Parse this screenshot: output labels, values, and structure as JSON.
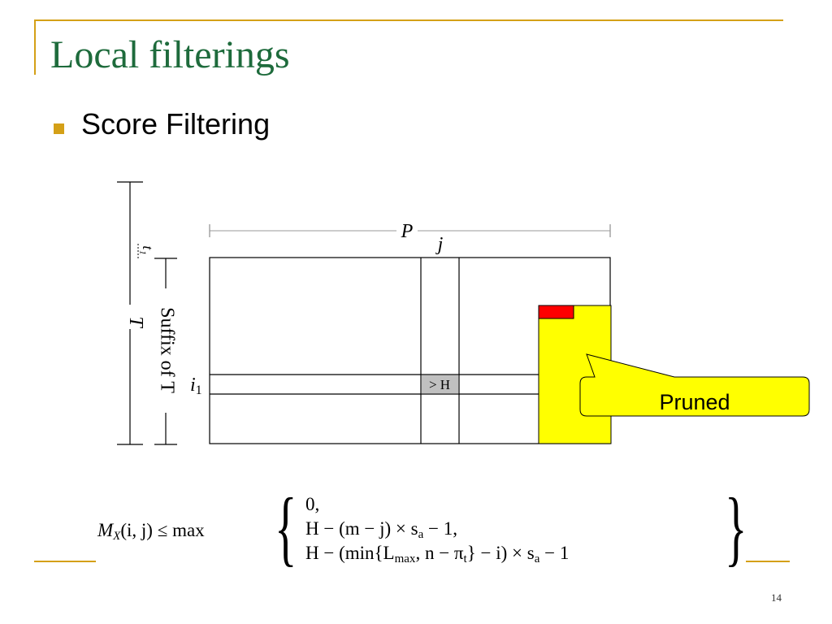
{
  "slide": {
    "title": "Local filterings",
    "bullet": "Score Filtering",
    "page_number": "14"
  },
  "diagram": {
    "label_P": "P",
    "label_j": "j",
    "label_T": "T",
    "label_t1": "t₁",
    "label_suffix": "Suffix of T",
    "label_i1": "i",
    "label_i1_sub": "1",
    "cell_label": "> H",
    "callout": "Pruned",
    "colors": {
      "pruned_fill": "#ffff00",
      "marker_fill": "#ff0000",
      "cell_fill": "#c0c0c0",
      "accent": "#d4a017",
      "title": "#1e6b3c"
    }
  },
  "formula": {
    "lhs": "M",
    "lhs_sub": "X",
    "lhs_args": "(i, j) ≤ max",
    "row1": "0,",
    "row2_a": "H − (m − j) × s",
    "row2_sub": "a",
    "row2_b": " − 1,",
    "row3_a": "H − (min{L",
    "row3_sub1": "max",
    "row3_b": ", n − π",
    "row3_sub2": "t",
    "row3_c": "} − i) × s",
    "row3_sub3": "a",
    "row3_d": " − 1"
  }
}
